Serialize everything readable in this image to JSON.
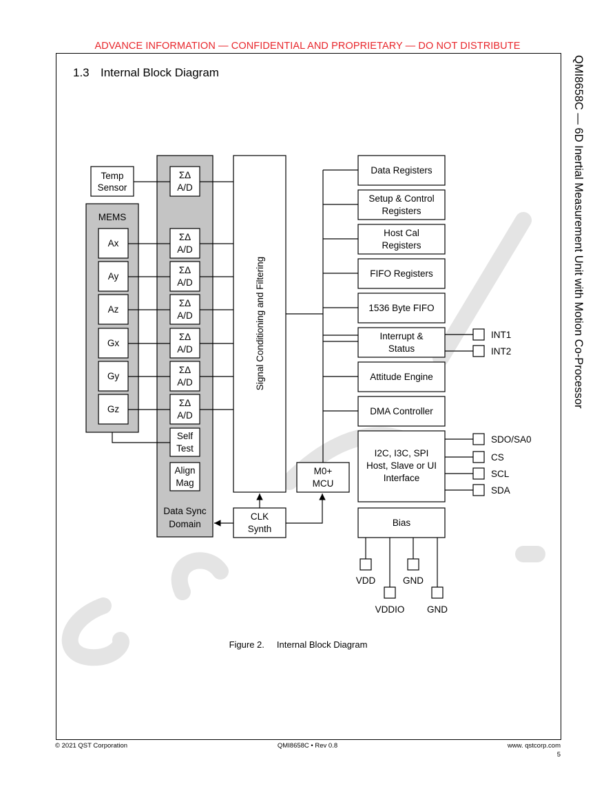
{
  "banner": "ADVANCE INFORMATION — CONFIDENTIAL AND PROPRIETARY — DO NOT DISTRIBUTE",
  "side_title": "QMI8658C — 6D Inertial Measurement Unit with Motion Co-Processor",
  "section": {
    "number": "1.3",
    "title": "Internal Block Diagram"
  },
  "diagram": {
    "temp_sensor": [
      "Temp",
      "Sensor"
    ],
    "mems_label": "MEMS",
    "sensors": [
      "Ax",
      "Ay",
      "Az",
      "Gx",
      "Gy",
      "Gz"
    ],
    "adc": [
      "ΣΔ",
      "A/D"
    ],
    "self_test": [
      "Self",
      "Test"
    ],
    "align_mag": [
      "Align",
      "Mag"
    ],
    "data_sync": [
      "Data Sync",
      "Domain"
    ],
    "signal_cond": "Signal Conditioning and Filtering",
    "clk_synth": [
      "CLK",
      "Synth"
    ],
    "mcu": [
      "M0+",
      "MCU"
    ],
    "right_blocks": [
      [
        "Data Registers"
      ],
      [
        "Setup & Control",
        "Registers"
      ],
      [
        "Host Cal",
        "Registers"
      ],
      [
        "FIFO Registers"
      ],
      [
        "1536 Byte FIFO"
      ],
      [
        "Interrupt &",
        "Status"
      ],
      [
        "Attitude Engine"
      ],
      [
        "DMA Controller"
      ]
    ],
    "interface": [
      "I2C, I3C, SPI",
      "Host, Slave or UI",
      "Interface"
    ],
    "int_pins": [
      "INT1",
      "INT2"
    ],
    "iface_pins": [
      "SDO/SA0",
      "CS",
      "SCL",
      "SDA"
    ],
    "bias": "Bias",
    "power_pins": [
      "VDD",
      "VDDIO",
      "GND",
      "GND"
    ]
  },
  "caption": {
    "figure": "Figure 2.",
    "title": "Internal Block Diagram"
  },
  "footer": {
    "copyright": "© 2021 QST Corporation",
    "doc": "QMI8658C  •  Rev 0.8",
    "url": "www. qstcorp.com",
    "page": "5"
  }
}
